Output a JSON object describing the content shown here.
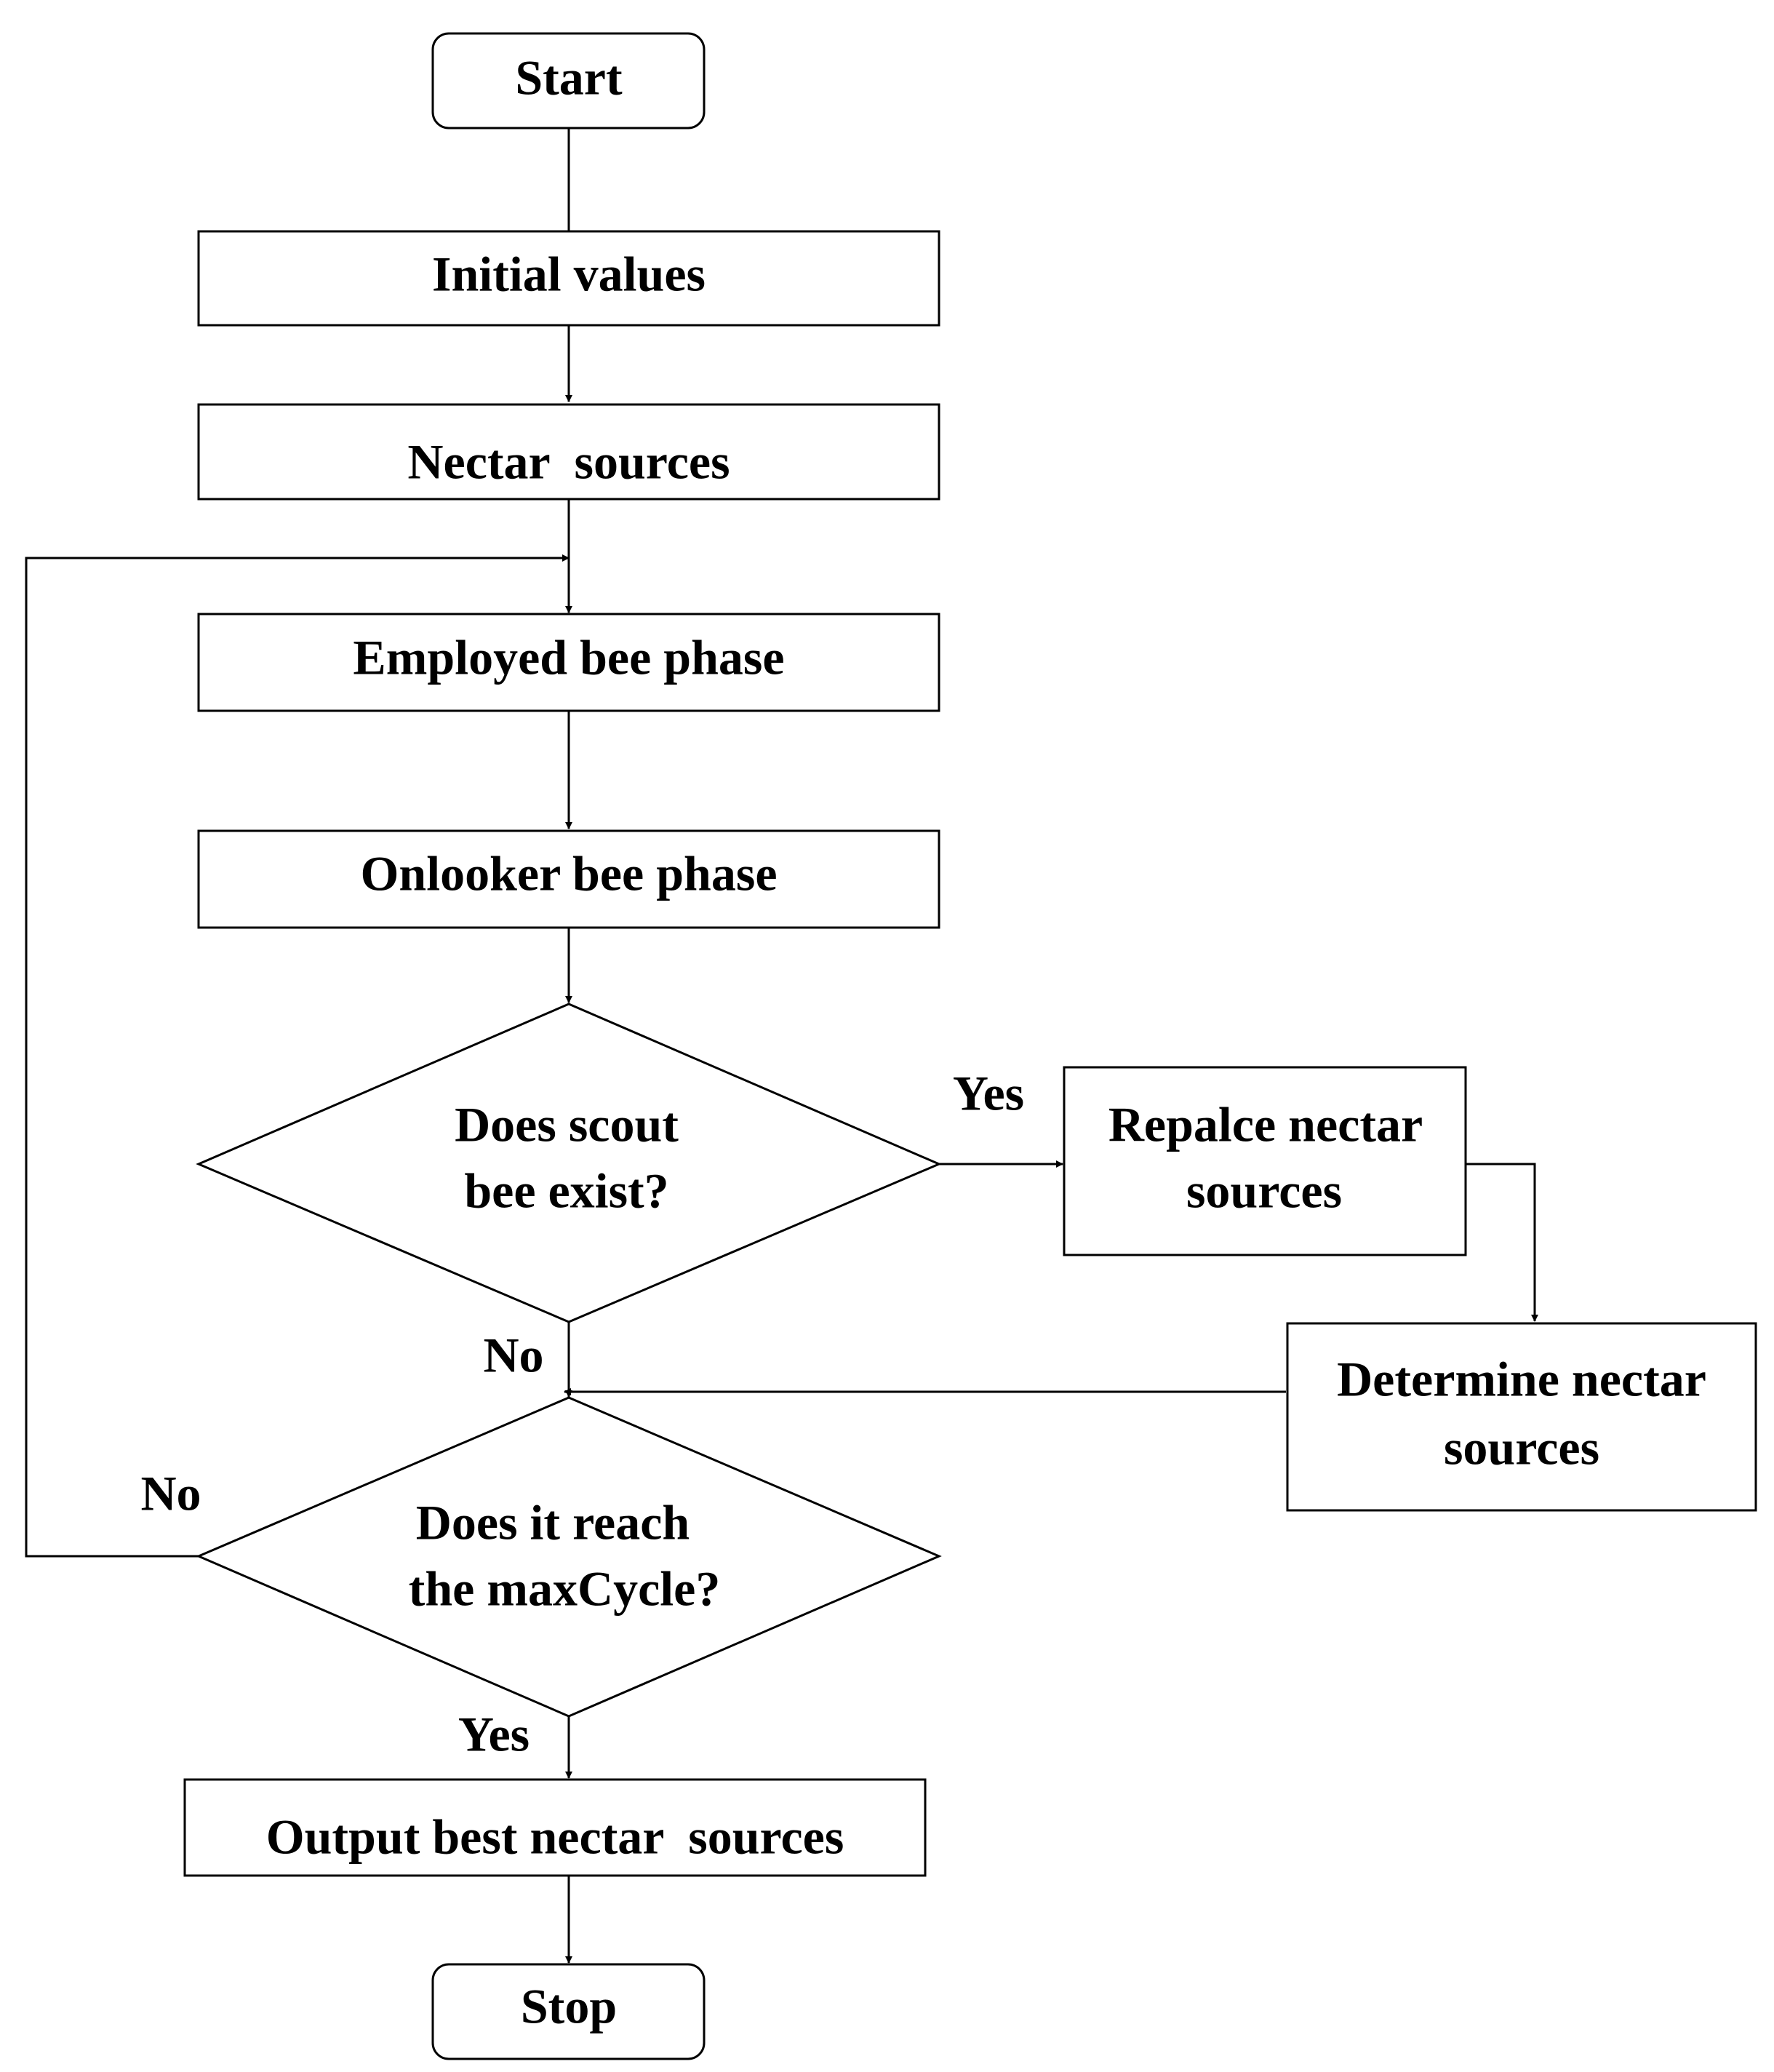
{
  "nodes": {
    "start": {
      "label": "Start"
    },
    "initial_values": {
      "label": "Initial values"
    },
    "nectar_sources": {
      "label": "Nectar  sources"
    },
    "employed_bee_phase": {
      "label": "Employed bee phase"
    },
    "onlooker_bee_phase": {
      "label": "Onlooker bee phase"
    },
    "scout_decision": {
      "line1": "Does scout",
      "line2": "bee exist?"
    },
    "replace_nectar_sources": {
      "line1": "Repalce nectar",
      "line2": "sources"
    },
    "determine_nectar_sources": {
      "line1": "Determine nectar",
      "line2": "sources"
    },
    "maxcycle_decision": {
      "line1": "Does it reach",
      "line2": "the maxCycle?"
    },
    "output_best": {
      "label": "Output best nectar  sources"
    },
    "stop": {
      "label": "Stop"
    }
  },
  "edge_labels": {
    "scout_yes": "Yes",
    "scout_no": "No",
    "maxcycle_no": "No",
    "maxcycle_yes": "Yes"
  },
  "edges": [
    {
      "from": "start",
      "to": "initial_values"
    },
    {
      "from": "initial_values",
      "to": "nectar_sources"
    },
    {
      "from": "nectar_sources",
      "to": "employed_bee_phase"
    },
    {
      "from": "employed_bee_phase",
      "to": "onlooker_bee_phase"
    },
    {
      "from": "onlooker_bee_phase",
      "to": "scout_decision"
    },
    {
      "from": "scout_decision",
      "to": "replace_nectar_sources",
      "label": "Yes"
    },
    {
      "from": "replace_nectar_sources",
      "to": "determine_nectar_sources"
    },
    {
      "from": "determine_nectar_sources",
      "to": "maxcycle_decision"
    },
    {
      "from": "scout_decision",
      "to": "maxcycle_decision",
      "label": "No"
    },
    {
      "from": "maxcycle_decision",
      "to": "employed_bee_phase",
      "label": "No"
    },
    {
      "from": "maxcycle_decision",
      "to": "output_best",
      "label": "Yes"
    },
    {
      "from": "output_best",
      "to": "stop"
    }
  ]
}
